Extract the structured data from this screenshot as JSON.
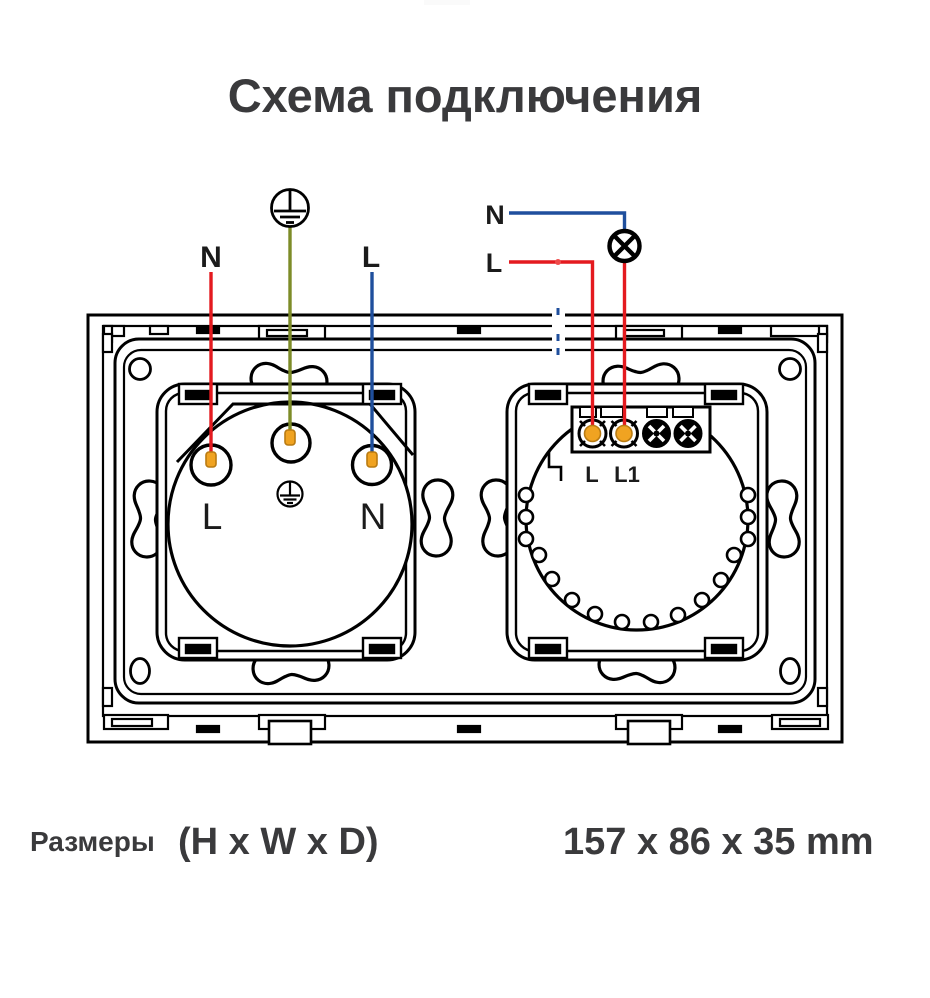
{
  "title": "Схема подключения",
  "supply": {
    "socket_feed": {
      "neutral": "N",
      "line": "L"
    },
    "switch_feed": {
      "neutral": "N",
      "line": "L"
    }
  },
  "socket": {
    "live_terminal": "L",
    "neutral_terminal": "N"
  },
  "switch": {
    "terminal_l": "L",
    "terminal_l1": "L1"
  },
  "dimensions": {
    "label": "Размеры",
    "axes": "(H x W x D)",
    "value": "157 x 86 x 35 mm"
  },
  "colors": {
    "line_wire": "#e41a1f",
    "neutral_wire": "#1f4f9d",
    "earth_wire": "#7d8c28",
    "ferrule": "#f0a321",
    "text": "#3a3a3c",
    "outline": "#000000"
  }
}
